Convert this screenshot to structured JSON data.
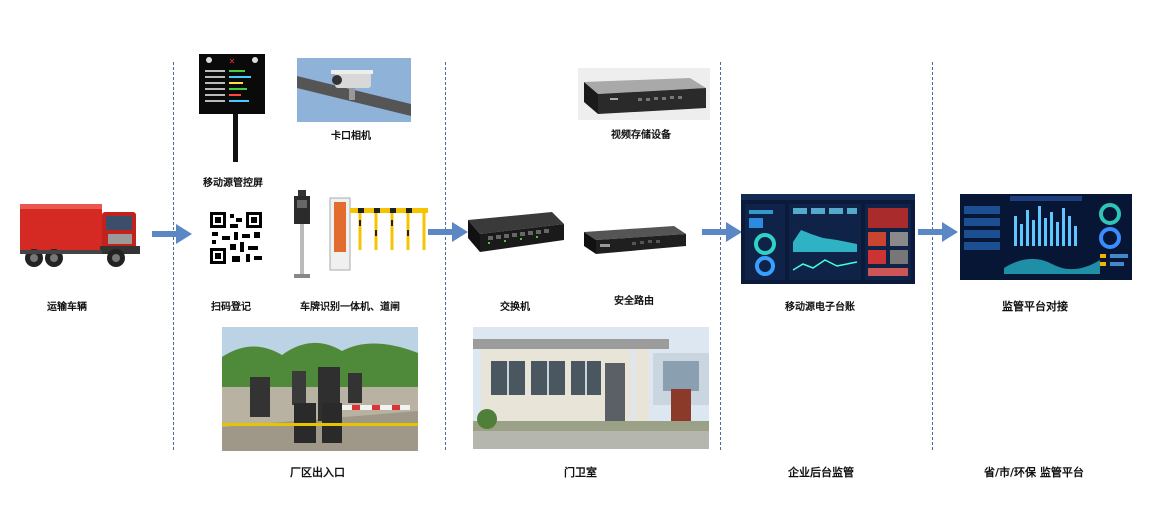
{
  "labels": {
    "truck": "运输车辆",
    "led_screen": "移动源管控屏",
    "camera": "卡口相机",
    "qr_register": "扫码登记",
    "plate_gate": "车牌识别一体机、道闸",
    "storage": "视频存储设备",
    "switch": "交换机",
    "router": "安全路由",
    "ledger": "移动源电子台账",
    "monitor": "监管平台对接",
    "factory_gate": "厂区出入口",
    "guard_room": "门卫室",
    "enterprise": "企业后台监管",
    "province": "省/市/环保 监管平台"
  },
  "colors": {
    "arrow": "#5b87c5",
    "divider": "#4a6aa3",
    "truck_red": "#d42a23",
    "screen_bg": "#0b1a3a"
  }
}
